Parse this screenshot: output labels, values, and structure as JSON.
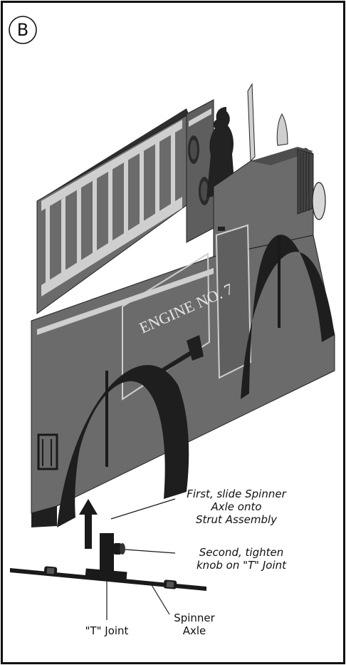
{
  "panel": {
    "letter": "B"
  },
  "truck": {
    "door_text": "ENGINE NO. 7"
  },
  "callouts": {
    "step1": [
      "First, slide Spinner",
      "Axle onto",
      "Strut Assembly"
    ],
    "step2": [
      "Second, tighten",
      "knob on \"T\" Joint"
    ],
    "t_joint": "\"T\" Joint",
    "spinner_axle": [
      "Spinner",
      "Axle"
    ]
  },
  "colors": {
    "body": "#6b6b6b",
    "body_dark": "#3a3a3a",
    "stripe": "#d6d6d6",
    "outline": "#111111"
  }
}
